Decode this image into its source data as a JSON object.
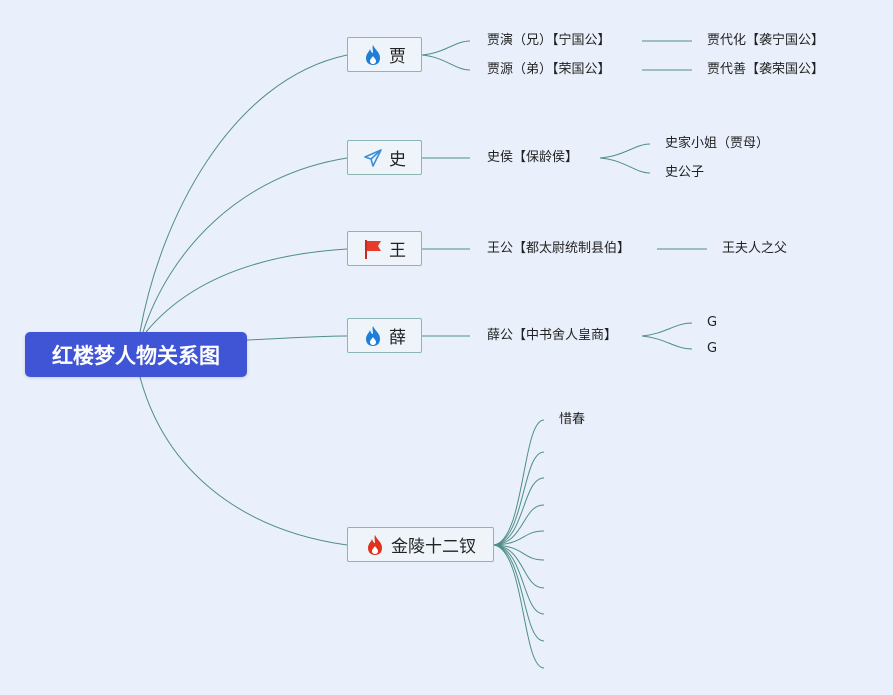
{
  "root": {
    "title": "红楼梦人物关系图"
  },
  "branches": {
    "jia": {
      "label": "贾",
      "icon": "flame-blue-icon"
    },
    "shi": {
      "label": "史",
      "icon": "paper-plane-icon"
    },
    "wang": {
      "label": "王",
      "icon": "red-flag-icon"
    },
    "xue": {
      "label": "薛",
      "icon": "flame-blue-icon"
    },
    "jinling": {
      "label": "金陵十二钗",
      "icon": "flame-red-icon"
    }
  },
  "jia_children": {
    "yan": "贾演（兄）【宁国公】",
    "yuan": "贾源（弟）【荣国公】",
    "daihua": "贾代化【袭宁国公】",
    "daishan": "贾代善【袭荣国公】"
  },
  "shi_children": {
    "hou": "史侯【保龄侯】",
    "xiaojie": "史家小姐（贾母）",
    "gongzi": "史公子"
  },
  "wang_children": {
    "gong": "王公【都太尉统制县伯】",
    "furen_father": "王夫人之父"
  },
  "xue_children": {
    "gong": "薛公【中书舍人皇商】",
    "g1": "G",
    "g2": "G"
  },
  "jinling_children": {
    "first": "惜春"
  },
  "colors": {
    "root_bg": "#3f55d6",
    "link": "#4f8e86",
    "background": "#eaf0fb"
  }
}
